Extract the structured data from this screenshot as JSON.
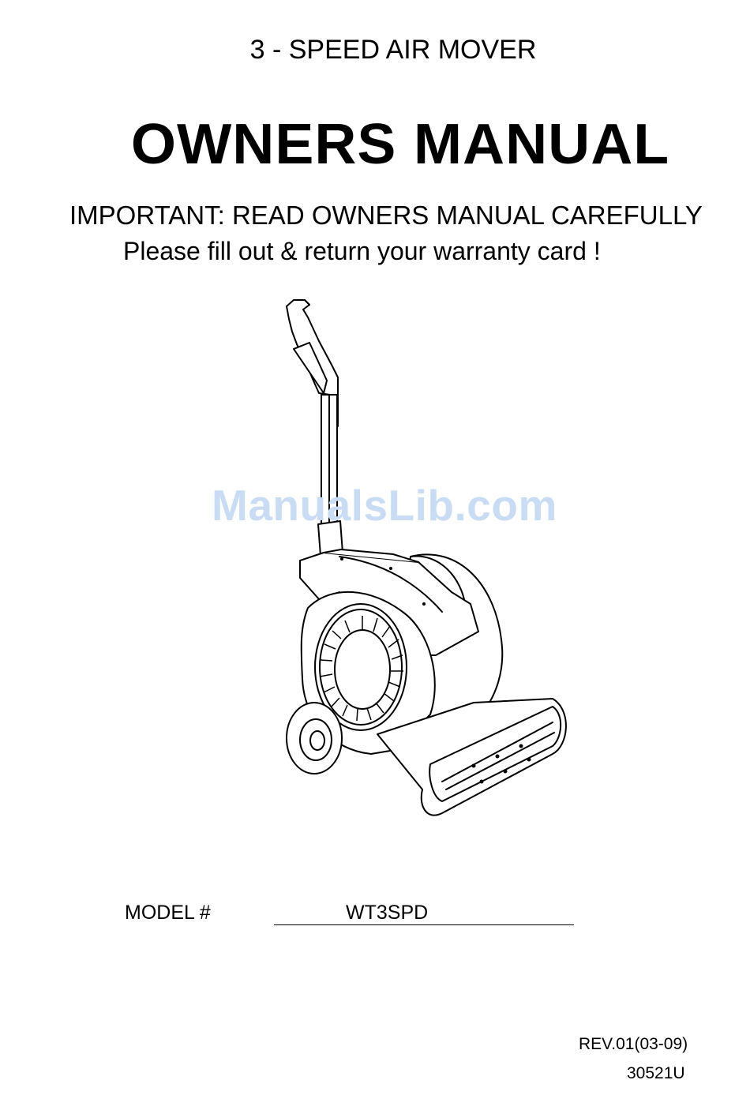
{
  "cover": {
    "subtitle": "3 - SPEED AIR MOVER",
    "title": "OWNERS MANUAL",
    "important": "IMPORTANT: READ OWNERS MANUAL CAREFULLY",
    "warranty_note": "Please fill out & return your warranty card !"
  },
  "watermark": "ManualsLib.com",
  "model": {
    "label": "MODEL #",
    "value": "WT3SPD"
  },
  "footer": {
    "revision": "REV.01(03-09)",
    "part_number": "30521U"
  }
}
